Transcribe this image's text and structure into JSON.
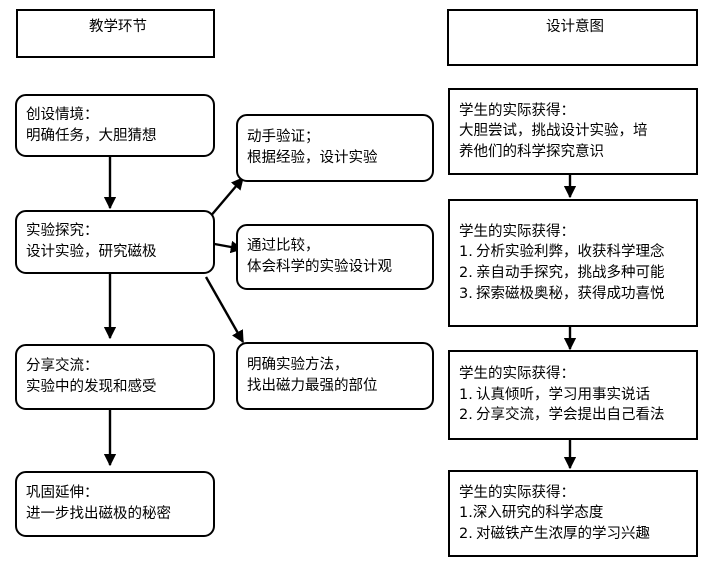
{
  "diagram": {
    "title_columns": {
      "left_header": "教学环节",
      "right_header": "设计意图"
    },
    "colors": {
      "stroke": "#000000",
      "fill": "#ffffff",
      "text": "#000000"
    },
    "left_column": [
      {
        "id": "left-1",
        "line1": "创设情境：",
        "line2": "明确任务，大胆猜想"
      },
      {
        "id": "left-2",
        "line1": "实验探究：",
        "line2": "设计实验，研究磁极"
      },
      {
        "id": "left-3",
        "line1": "分享交流：",
        "line2": "实验中的发现和感受"
      },
      {
        "id": "left-4",
        "line1": "巩固延伸：",
        "line2": "进一步找出磁极的秘密"
      }
    ],
    "middle_column": [
      {
        "id": "mid-1",
        "line1": "动手验证；",
        "line2": "根据经验，设计实验"
      },
      {
        "id": "mid-2",
        "line1": "通过比较，",
        "line2": "体会科学的实验设计观"
      },
      {
        "id": "mid-3",
        "line1": "明确实验方法，",
        "line2": "找出磁力最强的部位"
      }
    ],
    "right_column": [
      {
        "id": "right-1",
        "heading": "学生的实际获得：",
        "line1": "大胆尝试，挑战设计实验，培",
        "line2": "养他们的科学探究意识"
      },
      {
        "id": "right-2",
        "heading": "学生的实际获得：",
        "items": [
          {
            "num": "1.",
            "text": "分析实验利弊，收获科学理念"
          },
          {
            "num": "2.",
            "text": "亲自动手探究，挑战多种可能"
          },
          {
            "num": "3.",
            "text": "探索磁极奥秘，获得成功喜悦"
          }
        ]
      },
      {
        "id": "right-3",
        "heading": "学生的实际获得：",
        "items": [
          {
            "num": "1.",
            "text": "认真倾听，学习用事实说话"
          },
          {
            "num": "2.",
            "text": "分享交流，学会提出自己看法"
          }
        ]
      },
      {
        "id": "right-4",
        "heading": "学生的实际获得：",
        "items": [
          {
            "num": "1.",
            "text": "深入研究的科学态度"
          },
          {
            "num": "2.",
            "text": "对磁铁产生浓厚的学习兴趣"
          }
        ]
      }
    ]
  }
}
